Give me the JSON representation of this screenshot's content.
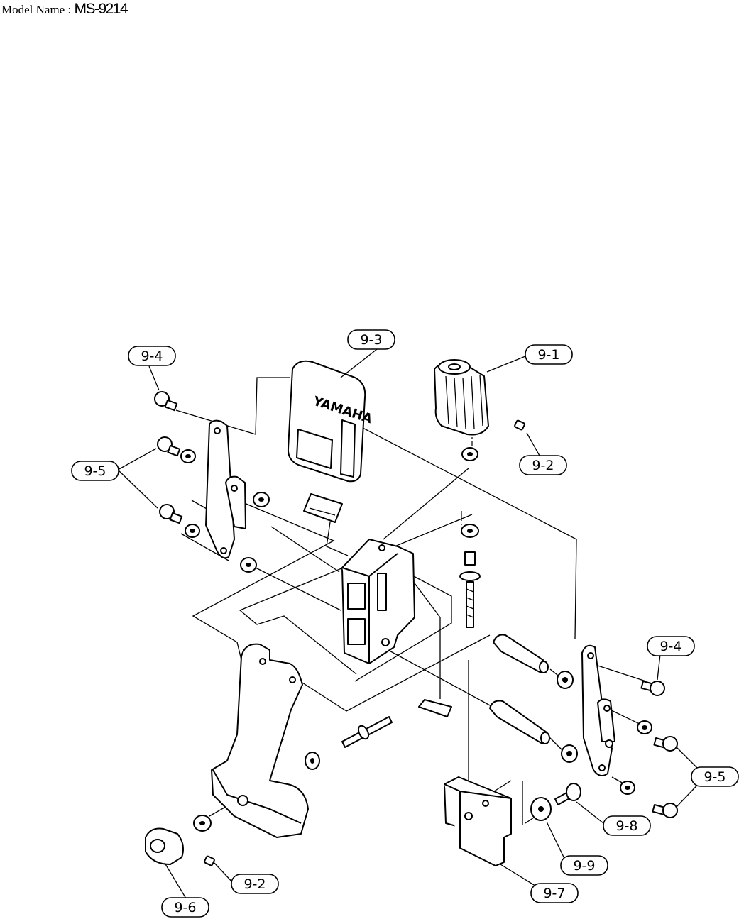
{
  "header": {
    "label": "Model Name : ",
    "model": "MS-9214"
  },
  "callouts": {
    "c9_1": "9-1",
    "c9_2a": "9-2",
    "c9_2b": "9-2",
    "c9_3": "9-3",
    "c9_4a": "9-4",
    "c9_4b": "9-4",
    "c9_5a": "9-5",
    "c9_5b": "9-5",
    "c9_6": "9-6",
    "c9_7": "9-7",
    "c9_8": "9-8",
    "c9_9": "9-9"
  },
  "cover_logo": "YAMAHA"
}
